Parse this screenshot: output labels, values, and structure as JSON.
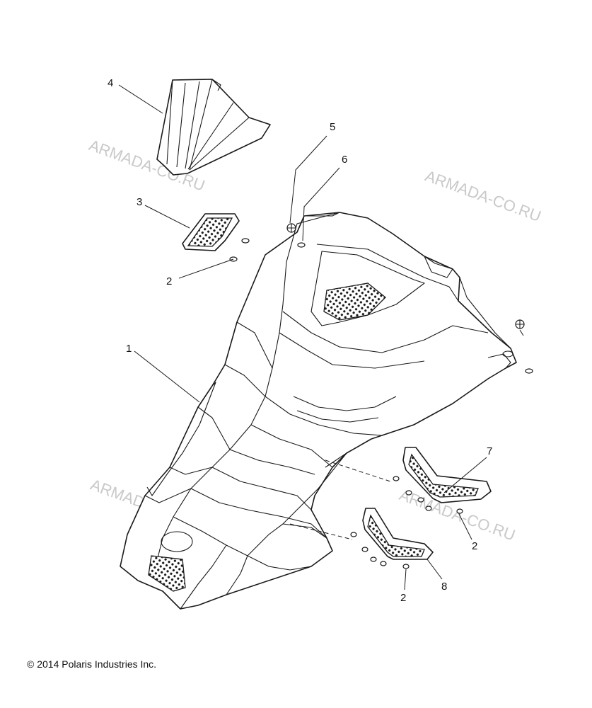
{
  "watermark_text": "ARMADA-CO.RU",
  "callouts": {
    "c1": "1",
    "c2a": "2",
    "c2b": "2",
    "c2c": "2",
    "c3": "3",
    "c4": "4",
    "c5": "5",
    "c6": "6",
    "c7": "7",
    "c8": "8"
  },
  "copyright": "© 2014 Polaris Industries Inc."
}
